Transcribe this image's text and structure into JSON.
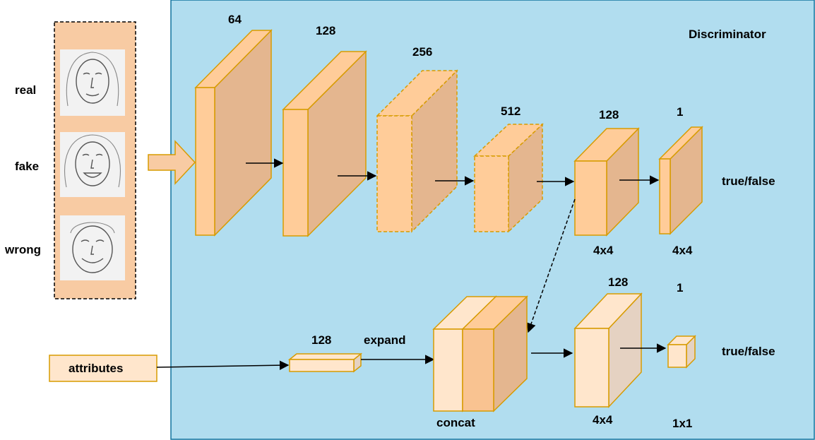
{
  "title": "Discriminator",
  "inputs": {
    "labels": [
      "real",
      "fake",
      "wrong"
    ],
    "attributes_label": "attributes"
  },
  "top_branch": {
    "channel_labels": [
      "64",
      "128",
      "256",
      "512",
      "128",
      "1"
    ],
    "size_labels": [
      "4x4",
      "4x4"
    ],
    "output_label": "true/false"
  },
  "bottom_branch": {
    "embedding_label": "128",
    "expand_label": "expand",
    "concat_label": "concat",
    "channel_labels": [
      "128",
      "1"
    ],
    "size_labels": [
      "4x4",
      "1x1"
    ],
    "output_label": "true/false"
  },
  "colors": {
    "panel": "#b1ddef",
    "panel_border": "#10739e",
    "block_stroke": "#d79b00",
    "block_front": "#ffcc99",
    "block_side": "#e4b68f",
    "block_light": "#ffe6cc",
    "block_light_side": "#e5d2c2",
    "input_strip": "#f8cba3"
  }
}
